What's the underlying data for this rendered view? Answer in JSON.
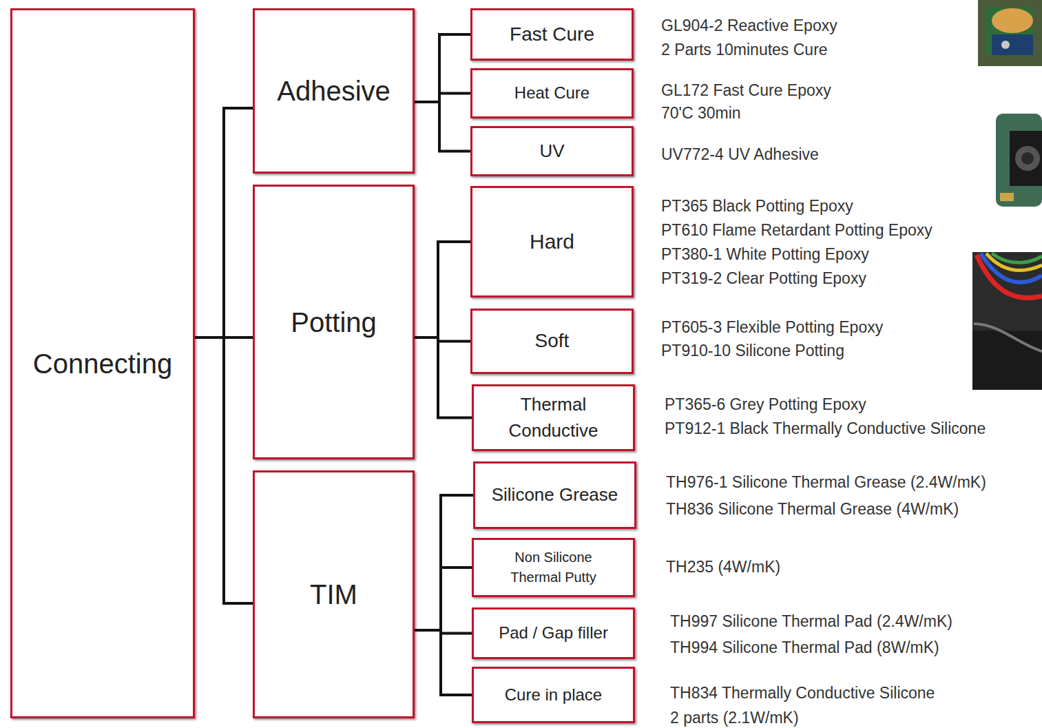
{
  "diagram": {
    "nodes": [
      {
        "text": [
          "Connecting"
        ]
      },
      {
        "text": [
          "Adhesive"
        ]
      },
      {
        "text": [
          "Potting"
        ]
      },
      {
        "text": [
          "TIM"
        ]
      },
      {
        "text": [
          "Fast Cure"
        ]
      },
      {
        "text": [
          "Heat Cure"
        ]
      },
      {
        "text": [
          "UV"
        ]
      },
      {
        "text": [
          "Hard"
        ]
      },
      {
        "text": [
          "Soft"
        ]
      },
      {
        "text": [
          "Thermal Conductive"
        ]
      },
      {
        "text": [
          "Silicone Grease"
        ]
      },
      {
        "text": [
          "Non Silicone Thermal Putty"
        ]
      },
      {
        "text": [
          "Pad / Gap filler"
        ]
      },
      {
        "text": [
          "Cure in place"
        ]
      }
    ],
    "edges": [
      {
        "from": 0,
        "to": 1,
        "arrow": "none"
      },
      {
        "from": 0,
        "to": 2,
        "arrow": "none"
      },
      {
        "from": 0,
        "to": 3,
        "arrow": "none"
      },
      {
        "from": 1,
        "to": 4,
        "arrow": "none"
      },
      {
        "from": 1,
        "to": 5,
        "arrow": "none"
      },
      {
        "from": 1,
        "to": 6,
        "arrow": "none"
      },
      {
        "from": 2,
        "to": 7,
        "arrow": "none"
      },
      {
        "from": 2,
        "to": 8,
        "arrow": "none"
      },
      {
        "from": 2,
        "to": 9,
        "arrow": "none"
      },
      {
        "from": 3,
        "to": 10,
        "arrow": "none"
      },
      {
        "from": 3,
        "to": 11,
        "arrow": "none"
      },
      {
        "from": 3,
        "to": 12,
        "arrow": "none"
      },
      {
        "from": 3,
        "to": 13,
        "arrow": "none"
      }
    ],
    "labels": [
      "GL904-2 Reactive Epoxy",
      "2 Parts 10minutes Cure",
      "GL172 Fast Cure Epoxy",
      "70'C 30min",
      "UV772-4 UV Adhesive",
      "PT365 Black Potting Epoxy",
      "PT610 Flame Retardant Potting Epoxy",
      "PT380-1 White Potting Epoxy",
      "PT319-2 Clear Potting Epoxy",
      "PT605-3 Flexible Potting Epoxy",
      "PT910-10 Silicone Potting",
      "PT365-6 Grey Potting Epoxy",
      "PT912-1 Black Thermally Conductive Silicone",
      "TH976-1 Silicone Thermal Grease (2.4W/mK)",
      "TH836 Silicone Thermal Grease (4W/mK)",
      "TH235 (4W/mK)",
      "TH997 Silicone Thermal Pad (2.4W/mK)",
      "TH994 Silicone Thermal Pad (8W/mK)",
      "TH834 Thermally Conductive Silicone",
      "2 parts (2.1W/mK)"
    ]
  }
}
